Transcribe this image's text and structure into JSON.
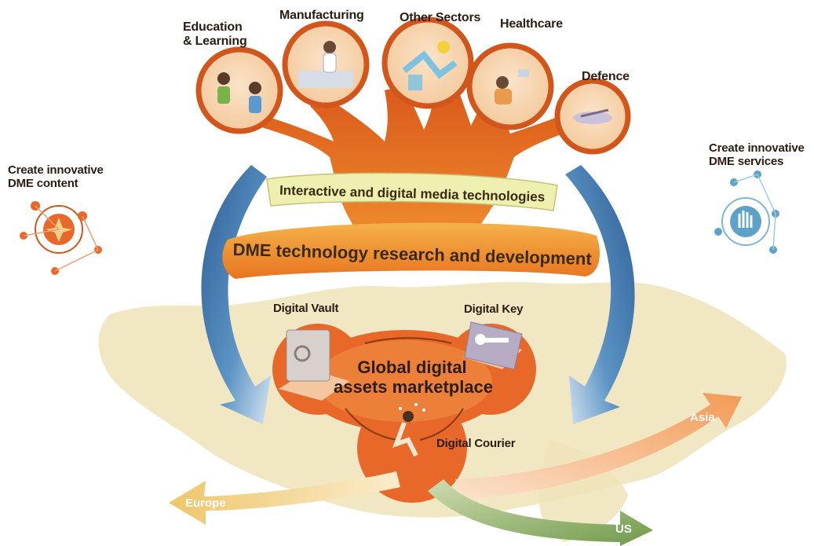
{
  "sectors": {
    "education": "Education\n& Learning",
    "manufacturing": "Manufacturing",
    "other": "Other Sectors",
    "healthcare": "Healthcare",
    "defence": "Defence"
  },
  "bands": {
    "interactive": "Interactive and digital media technologies",
    "research": "DME technology research and development"
  },
  "side_labels": {
    "content": "Create innovative\nDME content",
    "services": "Create innovative\nDME services"
  },
  "marketplace": {
    "title": "Global digital\nassets marketplace",
    "vault": "Digital Vault",
    "key": "Digital Key",
    "courier": "Digital Courier"
  },
  "regions": {
    "europe": "Europe",
    "us": "US",
    "asia": "Asia"
  },
  "colors": {
    "orange": "#e0661f",
    "dark_orange": "#c84a12",
    "band_yellow": "#eef0b0",
    "band_orange": "#f08a2a",
    "blue_arrow": "#3f78b0",
    "map": "#efe3b8",
    "asia_arrow": "#f5b07a",
    "europe_arrow": "#f2d48a",
    "us_arrow": "#7fa25c"
  }
}
